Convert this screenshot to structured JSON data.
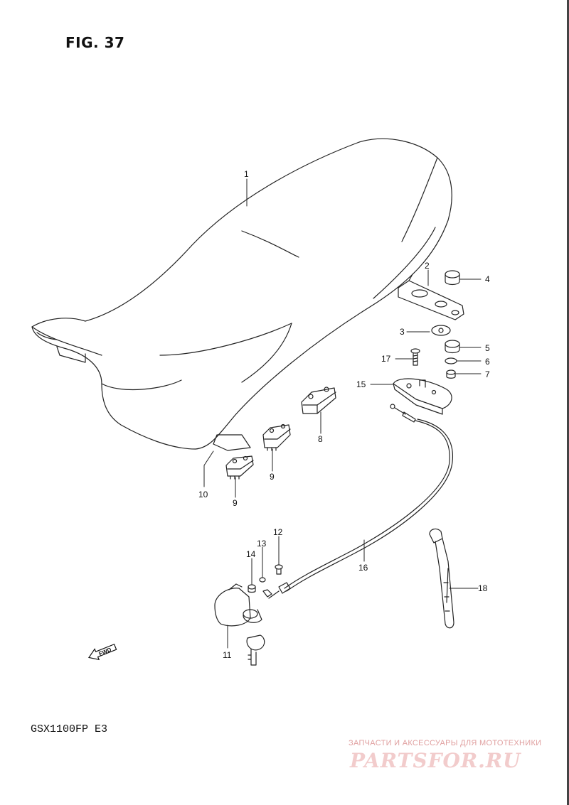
{
  "figure_title": "FIG. 37",
  "model_code": "GSX1100FP  E3",
  "forward_label": "FWD",
  "watermark": {
    "tagline": "ЗАПЧАСТИ И АКСЕССУАРЫ ДЛЯ МОТОТЕХНИКИ",
    "logo": "PARTSFOR.RU"
  },
  "callouts": [
    "1",
    "2",
    "3",
    "4",
    "5",
    "6",
    "7",
    "8",
    "9",
    "9",
    "10",
    "11",
    "12",
    "13",
    "14",
    "15",
    "16",
    "17",
    "18"
  ]
}
